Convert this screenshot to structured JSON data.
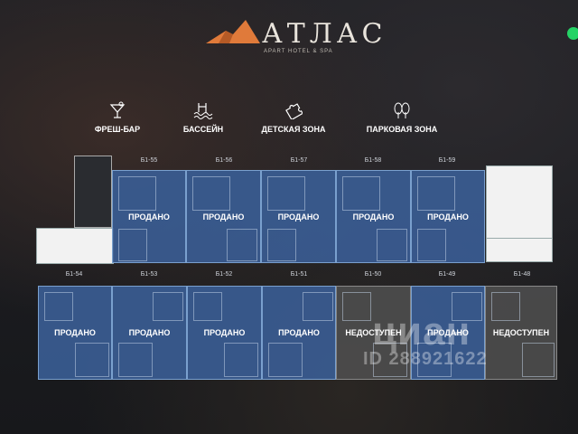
{
  "brand": {
    "name": "АТЛАС",
    "tagline": "APART HOTEL & SPA",
    "accent": "#e07a3a"
  },
  "amenities": [
    {
      "label": "ФРЕШ-БАР",
      "icon": "cocktail-icon"
    },
    {
      "label": "БАССЕЙН",
      "icon": "pool-icon"
    },
    {
      "label": "ДЕТСКАЯ ЗОНА",
      "icon": "puzzle-icon"
    },
    {
      "label": "ПАРКОВАЯ ЗОНА",
      "icon": "trees-icon"
    }
  ],
  "top_row": [
    {
      "id": "Б1-55",
      "status": "ПРОДАНО"
    },
    {
      "id": "Б1-56",
      "status": "ПРОДАНО"
    },
    {
      "id": "Б1-57",
      "status": "ПРОДАНО"
    },
    {
      "id": "Б1-58",
      "status": "ПРОДАНО"
    },
    {
      "id": "Б1-59",
      "status": "ПРОДАНО"
    }
  ],
  "bottom_row": [
    {
      "id": "Б1-54",
      "status": "ПРОДАНО"
    },
    {
      "id": "Б1-53",
      "status": "ПРОДАНО"
    },
    {
      "id": "Б1-52",
      "status": "ПРОДАНО"
    },
    {
      "id": "Б1-51",
      "status": "ПРОДАНО"
    },
    {
      "id": "Б1-50",
      "status": "НЕДОСТУПЕН"
    },
    {
      "id": "Б1-49",
      "status": "ПРОДАНО"
    },
    {
      "id": "Б1-48",
      "status": "НЕДОСТУПЕН"
    }
  ],
  "status_colors": {
    "sold": "#3a5c92",
    "unavailable": "#505050"
  },
  "watermark": {
    "text": "циан",
    "id": "ID 288921622"
  }
}
